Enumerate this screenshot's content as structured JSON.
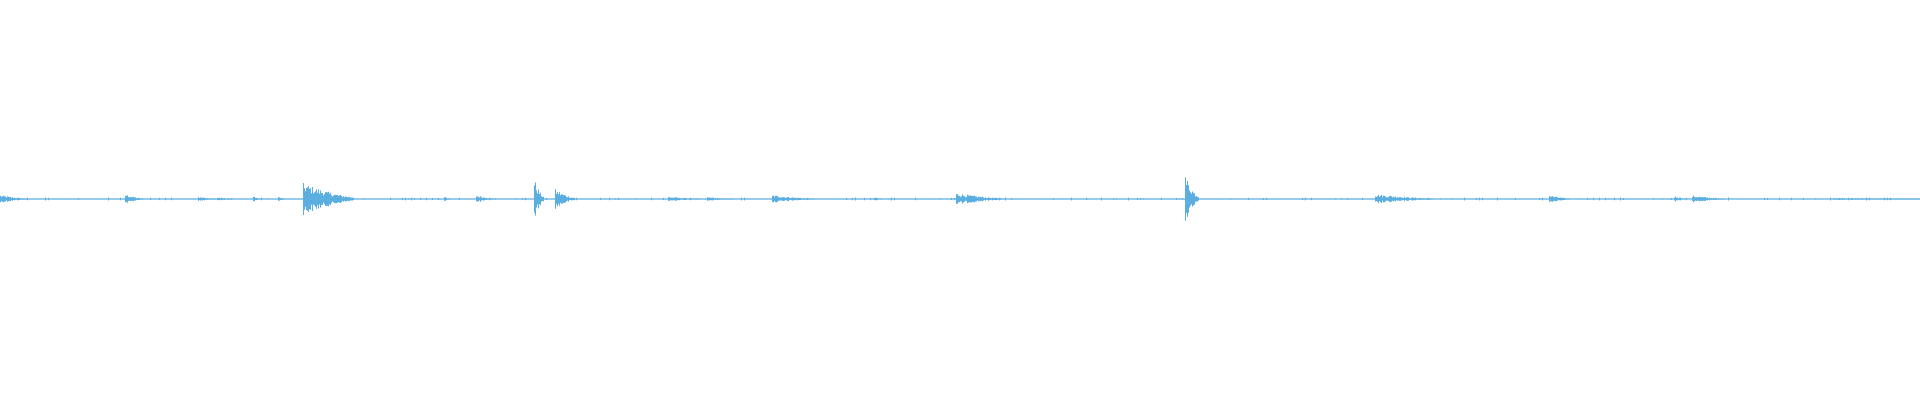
{
  "waveform": {
    "color": "#5aaee0",
    "background": "#ffffff",
    "duration_fraction_bursts": [
      {
        "start": 0.0,
        "end": 0.014,
        "level": 0.02
      },
      {
        "start": 0.065,
        "end": 0.074,
        "level": 0.025
      },
      {
        "start": 0.103,
        "end": 0.112,
        "level": 0.012
      },
      {
        "start": 0.113,
        "end": 0.121,
        "level": 0.01
      },
      {
        "start": 0.132,
        "end": 0.135,
        "level": 0.015
      },
      {
        "start": 0.145,
        "end": 0.148,
        "level": 0.012
      },
      {
        "start": 0.158,
        "end": 0.184,
        "level": 0.08
      },
      {
        "start": 0.231,
        "end": 0.234,
        "level": 0.012
      },
      {
        "start": 0.248,
        "end": 0.257,
        "level": 0.02
      },
      {
        "start": 0.278,
        "end": 0.283,
        "level": 0.1
      },
      {
        "start": 0.289,
        "end": 0.299,
        "level": 0.05
      },
      {
        "start": 0.348,
        "end": 0.364,
        "level": 0.012
      },
      {
        "start": 0.368,
        "end": 0.38,
        "level": 0.01
      },
      {
        "start": 0.402,
        "end": 0.424,
        "level": 0.02
      },
      {
        "start": 0.455,
        "end": 0.459,
        "level": 0.01
      },
      {
        "start": 0.498,
        "end": 0.522,
        "level": 0.03
      },
      {
        "start": 0.617,
        "end": 0.624,
        "level": 0.12
      },
      {
        "start": 0.716,
        "end": 0.746,
        "level": 0.025
      },
      {
        "start": 0.807,
        "end": 0.817,
        "level": 0.02
      },
      {
        "start": 0.872,
        "end": 0.877,
        "level": 0.015
      },
      {
        "start": 0.881,
        "end": 0.898,
        "level": 0.018
      },
      {
        "start": 0.955,
        "end": 1.0,
        "level": 0.006
      }
    ]
  }
}
